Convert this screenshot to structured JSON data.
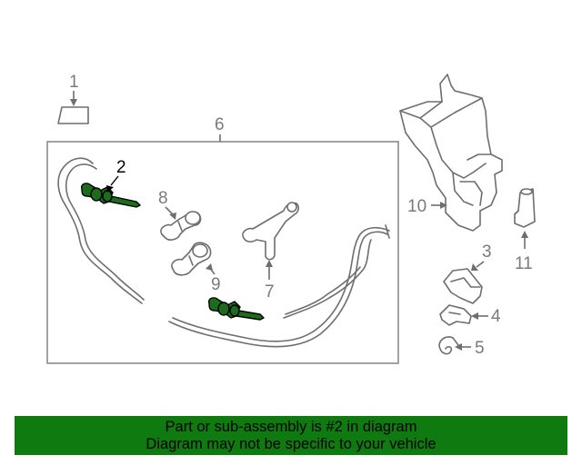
{
  "callouts": {
    "c1": "1",
    "c2": "2",
    "c3": "3",
    "c4": "4",
    "c5": "5",
    "c6": "6",
    "c7": "7",
    "c8": "8",
    "c9": "9",
    "c10": "10",
    "c11": "11"
  },
  "highlighted_part": "2",
  "colors": {
    "highlight": "#1d6b1d",
    "banner": "#0f7a0f",
    "line_art": "#6e6e6e"
  },
  "banner": {
    "line1": "Part or sub-assembly is #2 in diagram",
    "line2": "Diagram may not be specific to your vehicle"
  }
}
